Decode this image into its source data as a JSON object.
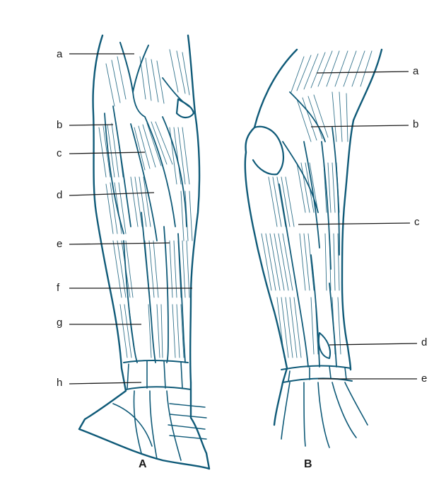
{
  "figures": [
    {
      "caption": "A",
      "labels": [
        "a",
        "b",
        "c",
        "d",
        "e",
        "f",
        "g",
        "h"
      ]
    },
    {
      "caption": "B",
      "labels": [
        "a",
        "b",
        "c",
        "d",
        "e"
      ]
    }
  ],
  "colors": {
    "ink": "#0f5a78",
    "ink_dark": "#0a3f55",
    "label_text": "#1b1b1b",
    "leader_line": "#1b1b1b",
    "background": "#ffffff"
  }
}
